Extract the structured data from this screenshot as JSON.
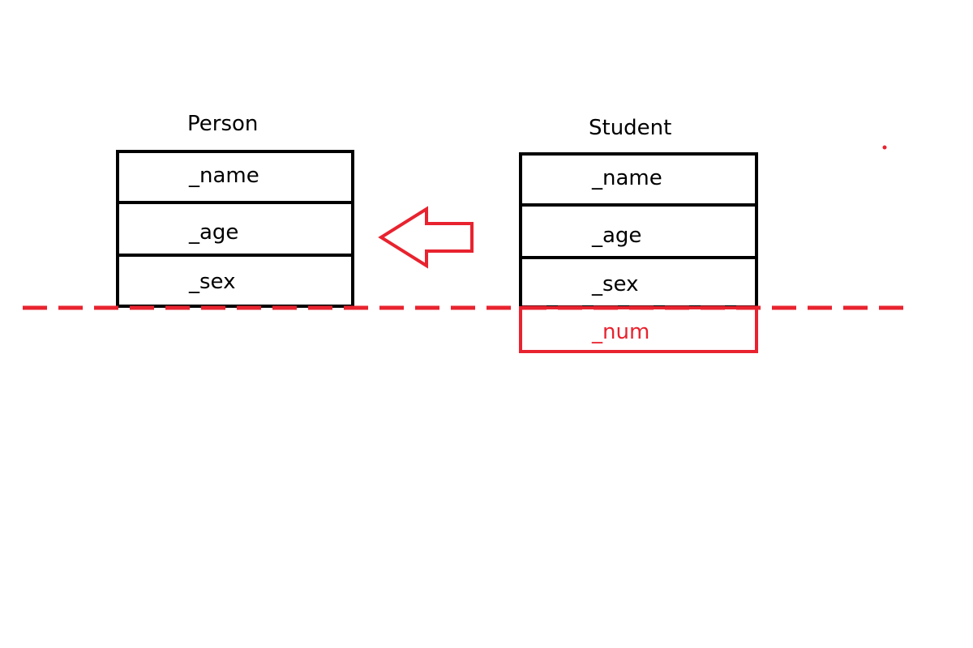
{
  "person": {
    "title": "Person",
    "fields": [
      "_name",
      "_age",
      "_sex"
    ]
  },
  "student": {
    "title": "Student",
    "fields": [
      "_name",
      "_age",
      "_sex"
    ],
    "extra_field": "_num"
  },
  "colors": {
    "stroke": "#000000",
    "accent": "#e8232f",
    "background": "#ffffff"
  },
  "icons": {
    "inheritance_arrow": "left-arrow-outline-icon"
  }
}
